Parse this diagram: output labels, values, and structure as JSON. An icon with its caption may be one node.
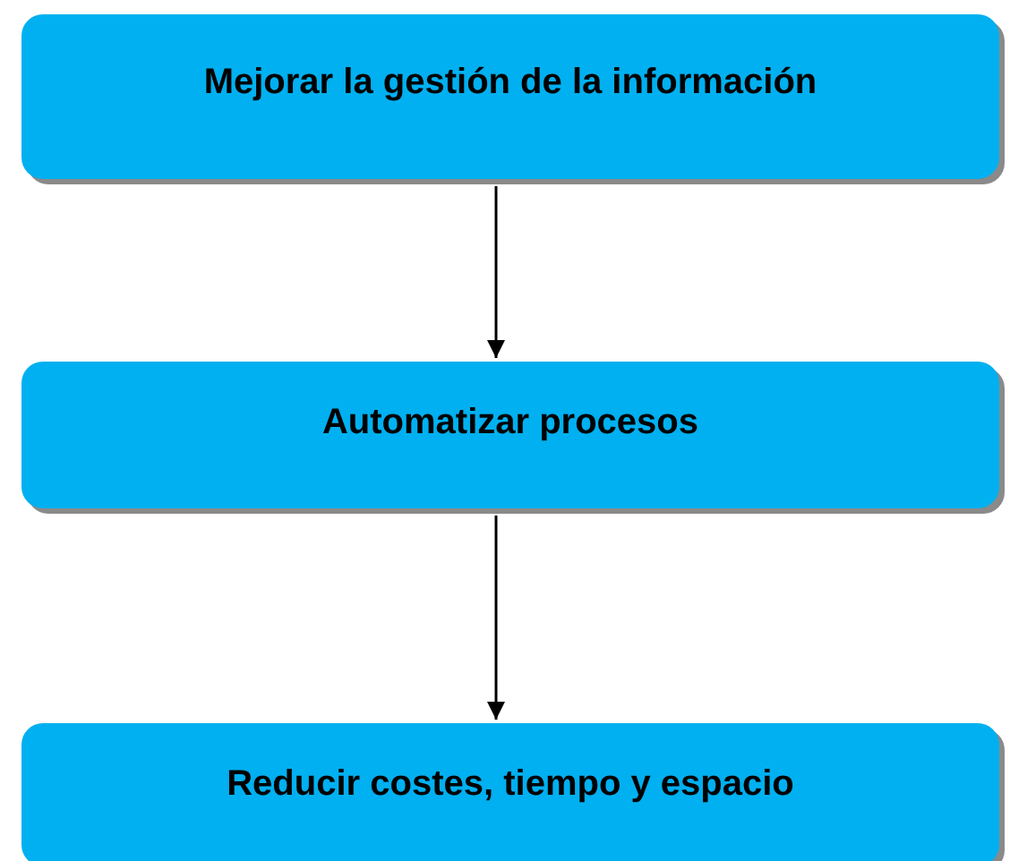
{
  "diagram": {
    "nodes": [
      {
        "text": [
          "Mejorar la gestión de la información"
        ]
      },
      {
        "text": [
          "Automatizar procesos"
        ]
      },
      {
        "text": [
          "Reducir costes, tiempo y espacio"
        ]
      }
    ],
    "edges": [
      {
        "from": 0,
        "to": 1,
        "arrow": "to"
      },
      {
        "from": 1,
        "to": 2,
        "arrow": "to"
      }
    ]
  }
}
